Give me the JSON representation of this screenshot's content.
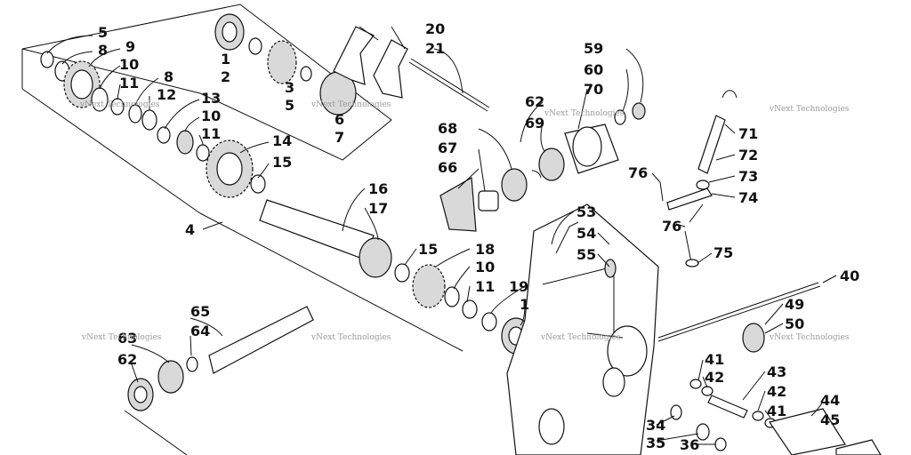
{
  "callouts": [
    "5",
    "8",
    "9",
    "10",
    "11",
    "8",
    "12",
    "13",
    "10",
    "11",
    "14",
    "15",
    "4",
    "1",
    "2",
    "3",
    "5",
    "6",
    "7",
    "20",
    "21",
    "16",
    "17",
    "15",
    "18",
    "10",
    "11",
    "19",
    "1",
    "68",
    "67",
    "66",
    "62",
    "69",
    "70",
    "59",
    "60",
    "71",
    "72",
    "73",
    "74",
    "76",
    "76",
    "75",
    "53",
    "54",
    "55",
    "40",
    "49",
    "50",
    "41",
    "42",
    "43",
    "42",
    "41",
    "44",
    "45",
    "34",
    "35",
    "36",
    "65",
    "64",
    "63",
    "62"
  ],
  "watermark": "vNext Technologies"
}
